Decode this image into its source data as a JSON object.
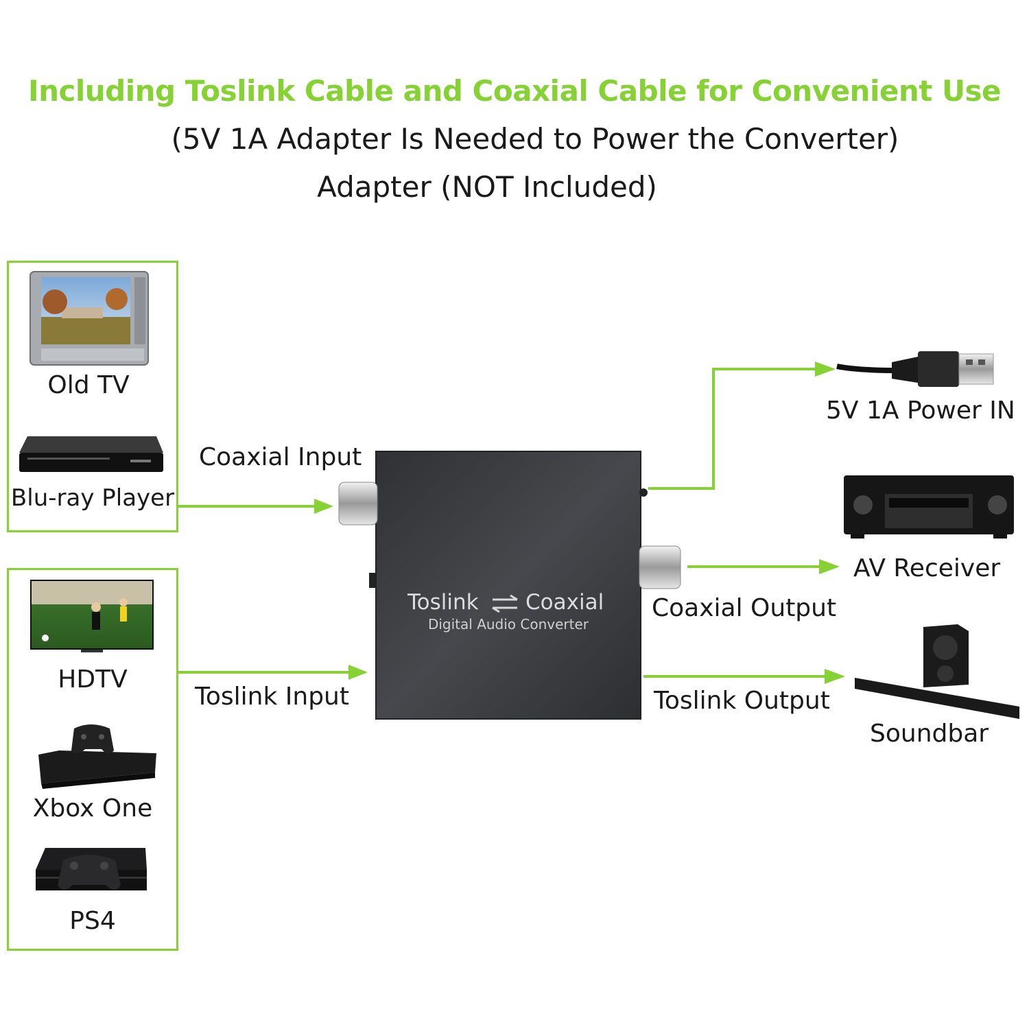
{
  "colors": {
    "accent": "#86d133",
    "device_body": "#3c3e43",
    "text": "#1a1a1a"
  },
  "header": {
    "title": "Including Toslink Cable and Coaxial Cable for Convenient Use",
    "subtitle": "(5V 1A Adapter Is Needed to Power the Converter)",
    "note": "Adapter (NOT Included)"
  },
  "sources": {
    "group1": [
      {
        "label": "Old TV",
        "icon": "crt-tv-icon"
      },
      {
        "label": "Blu-ray Player",
        "icon": "bluray-player-icon"
      }
    ],
    "group2": [
      {
        "label": "HDTV",
        "icon": "hdtv-icon"
      },
      {
        "label": "Xbox One",
        "icon": "xbox-one-icon"
      },
      {
        "label": "PS4",
        "icon": "ps4-icon"
      }
    ]
  },
  "converter": {
    "title_left": "Toslink",
    "title_right": "Coaxial",
    "subtitle": "Digital Audio Converter",
    "arrows_icon": "bidirectional-arrows-icon"
  },
  "connections": {
    "coaxial_input": "Coaxial Input",
    "toslink_input": "Toslink Input",
    "power_in": "5V 1A Power IN",
    "coaxial_output": "Coaxial Output",
    "toslink_output": "Toslink Output"
  },
  "outputs": [
    {
      "label": "AV Receiver",
      "icon": "av-receiver-icon"
    },
    {
      "label": "Soundbar",
      "icon": "soundbar-icon"
    }
  ],
  "power_icon": "usb-cable-icon"
}
